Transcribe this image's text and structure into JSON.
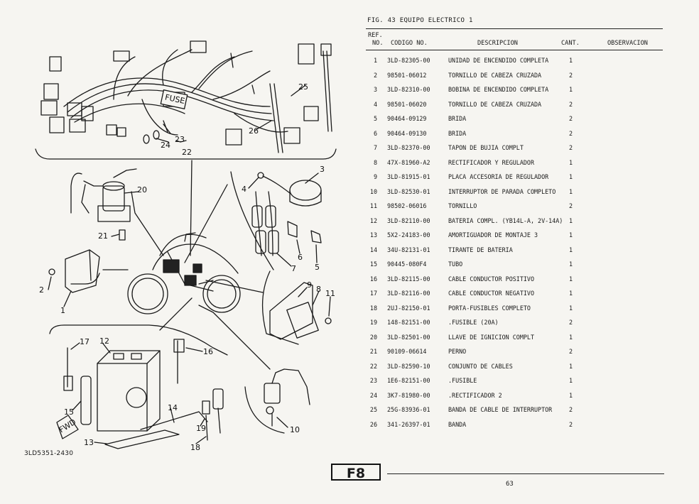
{
  "figure_title": "FIG. 43  EQUIPO ELECTRICO 1",
  "table": {
    "headers": {
      "ref_line1": "REF.",
      "ref_line2": "NO.",
      "code": "CODIGO NO.",
      "description": "DESCRIPCION",
      "qty": "CANT.",
      "remarks": "OBSERVACION"
    },
    "rows": [
      {
        "ref": "1",
        "code": "3LD-82305-00",
        "desc": "UNIDAD DE ENCENDIDO COMPLETA",
        "qty": "1"
      },
      {
        "ref": "2",
        "code": "98501-06012",
        "desc": "TORNILLO DE CABEZA CRUZADA",
        "qty": "2"
      },
      {
        "ref": "3",
        "code": "3LD-82310-00",
        "desc": "BOBINA DE ENCENDIDO COMPLETA",
        "qty": "1"
      },
      {
        "ref": "4",
        "code": "98501-06020",
        "desc": "TORNILLO DE CABEZA CRUZADA",
        "qty": "2"
      },
      {
        "ref": "5",
        "code": "90464-09129",
        "desc": "BRIDA",
        "qty": "2"
      },
      {
        "ref": "6",
        "code": "90464-09130",
        "desc": "BRIDA",
        "qty": "2"
      },
      {
        "ref": "7",
        "code": "3LD-82370-00",
        "desc": "TAPON DE BUJIA COMPLT",
        "qty": "2"
      },
      {
        "ref": "8",
        "code": "47X-81960-A2",
        "desc": "RECTIFICADOR Y REGULADOR",
        "qty": "1"
      },
      {
        "ref": "9",
        "code": "3LD-81915-01",
        "desc": "PLACA  ACCESORIA DE REGULADOR",
        "qty": "1"
      },
      {
        "ref": "10",
        "code": "3LD-82530-01",
        "desc": "INTERRUPTOR DE PARADA COMPLETO",
        "qty": "1"
      },
      {
        "ref": "11",
        "code": "98502-06016",
        "desc": "TORNILLO",
        "qty": "2"
      },
      {
        "ref": "12",
        "code": "3LD-82110-00",
        "desc": "BATERIA COMPL. (YB14L-A, 2V-14A)",
        "qty": "1"
      },
      {
        "ref": "13",
        "code": "5X2-24183-00",
        "desc": "AMORTIGUADOR DE MONTAJE 3",
        "qty": "1"
      },
      {
        "ref": "14",
        "code": "34U-82131-01",
        "desc": "TIRANTE DE BATERIA",
        "qty": "1"
      },
      {
        "ref": "15",
        "code": "90445-080F4",
        "desc": "TUBO",
        "qty": "1"
      },
      {
        "ref": "16",
        "code": "3LD-82115-00",
        "desc": "CABLE  CONDUCTOR POSITIVO",
        "qty": "1"
      },
      {
        "ref": "17",
        "code": "3LD-82116-00",
        "desc": "CABLE  CONDUCTOR NEGATIVO",
        "qty": "1"
      },
      {
        "ref": "18",
        "code": "2UJ-82150-01",
        "desc": "PORTA-FUSIBLES COMPLETO",
        "qty": "1"
      },
      {
        "ref": "19",
        "code": "148-82151-00",
        "desc": ".FUSIBLE (20A)",
        "qty": "2"
      },
      {
        "ref": "20",
        "code": "3LD-82501-00",
        "desc": "LLAVE DE IGNICION COMPLT",
        "qty": "1"
      },
      {
        "ref": "21",
        "code": "90109-06614",
        "desc": "PERNO",
        "qty": "2"
      },
      {
        "ref": "22",
        "code": "3LD-82590-10",
        "desc": "CONJUNTO DE CABLES",
        "qty": "1"
      },
      {
        "ref": "23",
        "code": "1E6-82151-00",
        "desc": ".FUSIBLE",
        "qty": "1"
      },
      {
        "ref": "24",
        "code": "3K7-81980-00",
        "desc": ".RECTIFICADOR 2",
        "qty": "1"
      },
      {
        "ref": "25",
        "code": "25G-83936-01",
        "desc": "BANDA  DE CABLE DE INTERRUPTOR",
        "qty": "2"
      },
      {
        "ref": "26",
        "code": "341-26397-01",
        "desc": "BANDA",
        "qty": "2"
      }
    ]
  },
  "diagram": {
    "callouts": [
      "1",
      "2",
      "3",
      "4",
      "5",
      "6",
      "7",
      "8",
      "9",
      "10",
      "11",
      "12",
      "13",
      "14",
      "15",
      "16",
      "17",
      "18",
      "19",
      "20",
      "21",
      "22",
      "23",
      "24",
      "25",
      "26"
    ],
    "drawing_code": "3LD5351-2430",
    "fuse_label": "FUSE",
    "fwd_label": "FWD"
  },
  "footer": {
    "section_tab": "F8",
    "page_number": "63"
  }
}
